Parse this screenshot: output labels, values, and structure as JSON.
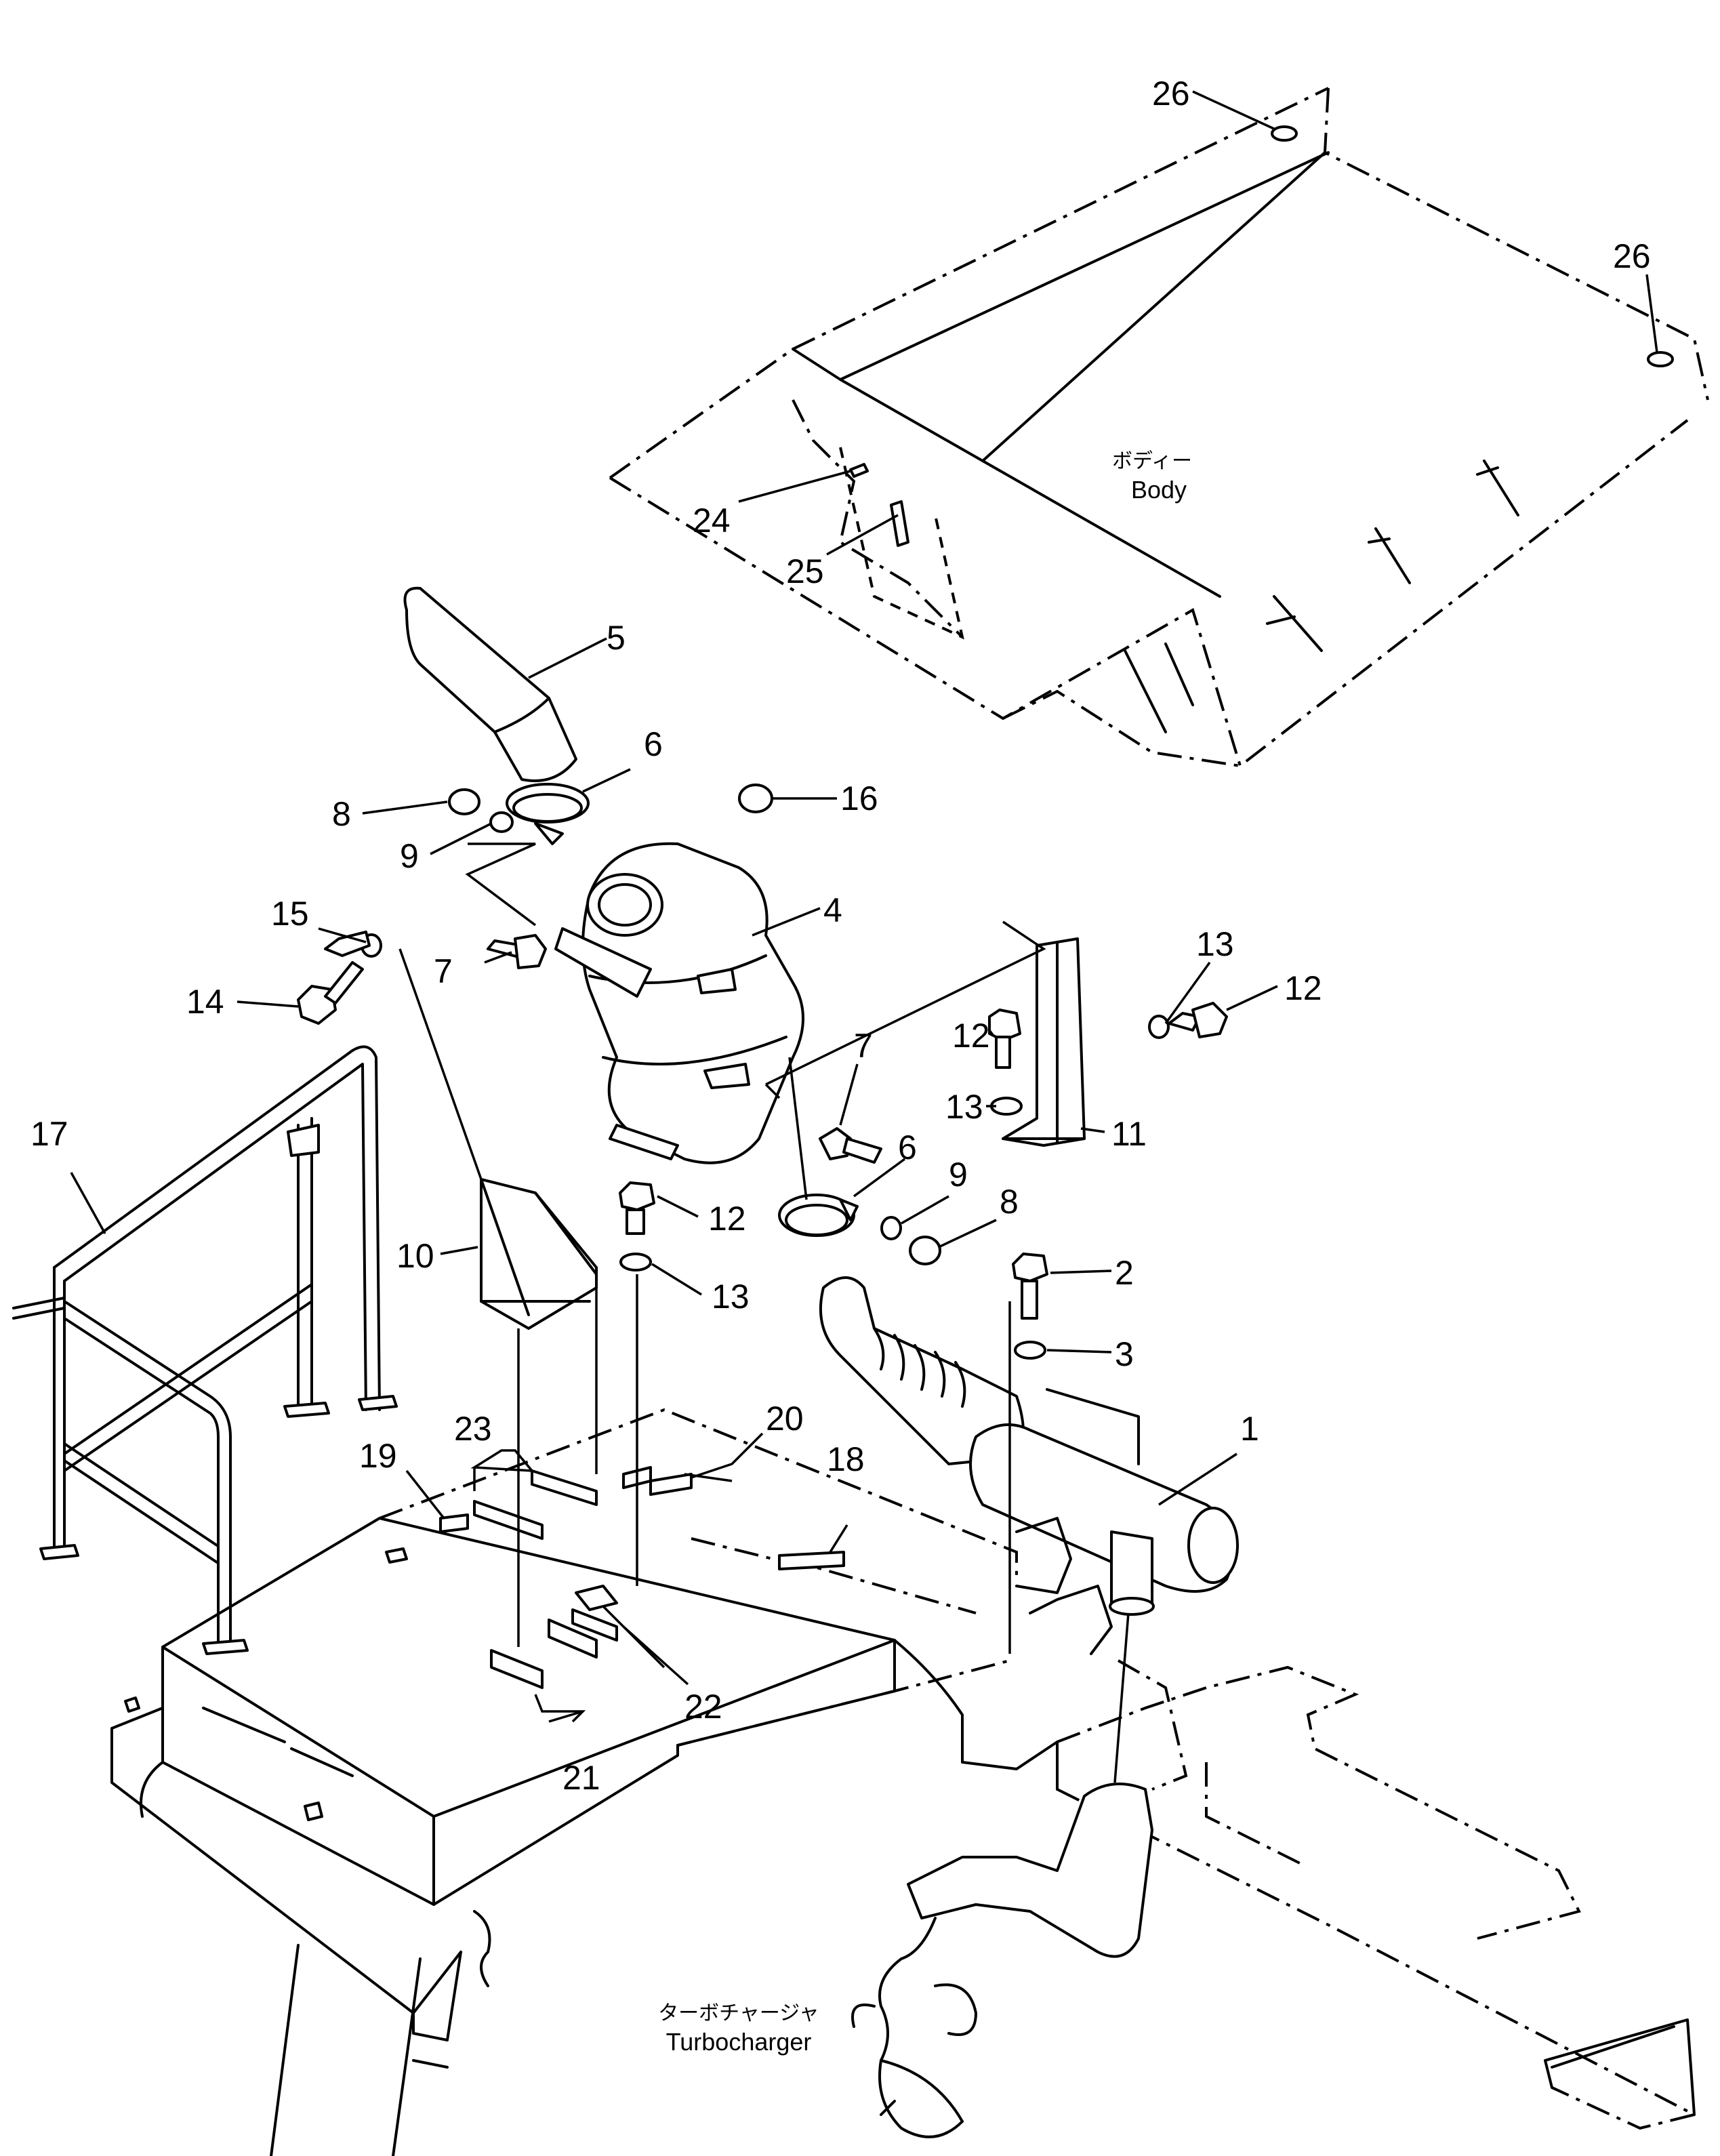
{
  "labels": {
    "body_jp": "ボディー",
    "body_en": "Body",
    "turbo_jp": "ターボチャージャ",
    "turbo_en": "Turbocharger"
  },
  "callouts": {
    "c26a": "26",
    "c26b": "26",
    "c24": "24",
    "c25": "25",
    "c5": "5",
    "c6a": "6",
    "c8a": "8",
    "c9a": "9",
    "c16": "16",
    "c4": "4",
    "c15": "15",
    "c14": "14",
    "c7a": "7",
    "c13a": "13",
    "c12a": "12",
    "c12b": "12",
    "c7b": "7",
    "c13b": "13",
    "c11": "11",
    "c6b": "6",
    "c9b": "9",
    "c8b": "8",
    "c12c": "12",
    "c10": "10",
    "c13c": "13",
    "c2": "2",
    "c3": "3",
    "c17": "17",
    "c23": "23",
    "c20": "20",
    "c1": "1",
    "c19": "19",
    "c18": "18",
    "c22": "22",
    "c21": "21"
  }
}
